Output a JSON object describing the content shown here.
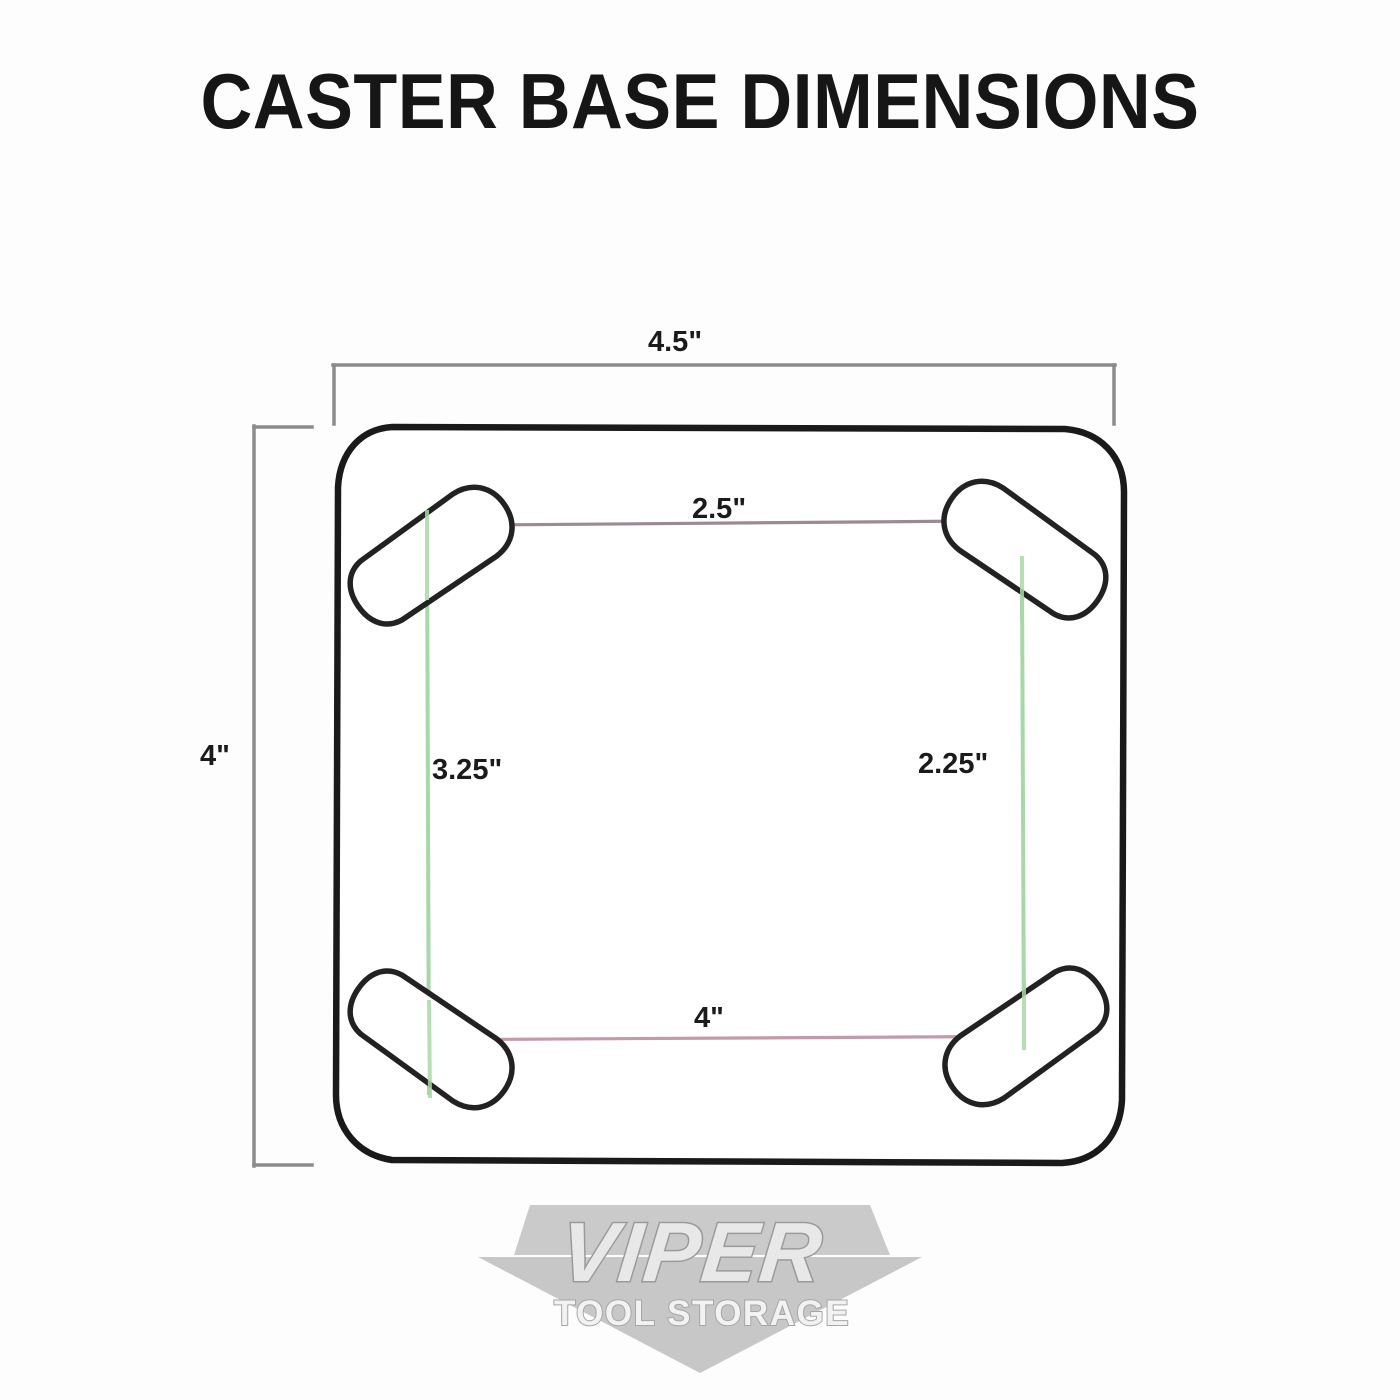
{
  "title": "CASTER BASE DIMENSIONS",
  "diagram": {
    "name": "caster-base-top-view",
    "description": "Top-view technical sketch of a square caster base plate with four angled caster mounting pads at the corners, annotated with overall and bolt-pattern dimensions.",
    "units": "inches",
    "dimensions": {
      "overall_width": "4.5\"",
      "overall_height": "4\"",
      "inner_top": "2.5\"",
      "inner_left": "3.25\"",
      "inner_right": "2.25\"",
      "inner_bottom": "4\""
    },
    "colors": {
      "outline": "#1a1a1a",
      "pad_outline": "#222222",
      "bracket": "#8c8c8c",
      "mauve_line": "#9b8a94",
      "pink_line": "#c49aa6",
      "green_line": "#a8d8a8",
      "background": "#fdfdfd"
    },
    "pads": [
      {
        "name": "caster-pad-top-left",
        "corner": "top-left",
        "rotation_deg": -35
      },
      {
        "name": "caster-pad-top-right",
        "corner": "top-right",
        "rotation_deg": 35
      },
      {
        "name": "caster-pad-bottom-left",
        "corner": "bottom-left",
        "rotation_deg": 35
      },
      {
        "name": "caster-pad-bottom-right",
        "corner": "bottom-right",
        "rotation_deg": -35
      }
    ]
  },
  "logo": {
    "brand": "VIPER",
    "tagline": "TOOL STORAGE",
    "color": "#b9b9b9"
  }
}
